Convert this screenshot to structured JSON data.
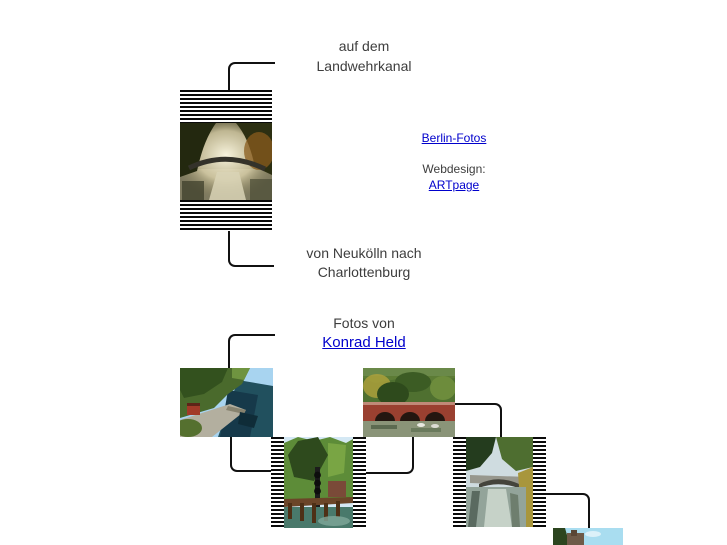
{
  "title": {
    "line1": "auf dem",
    "line2": "Landwehrkanal"
  },
  "route": {
    "line1": "von Neukölln nach",
    "line2": "Charlottenburg"
  },
  "credit": {
    "label": "Fotos von",
    "photographer": "Konrad Held"
  },
  "side_links": {
    "berlin_fotos": "Berlin-Fotos",
    "webdesign_label": "Webdesign:",
    "artpage": "ARTpage"
  },
  "colors": {
    "link_blue": "#0000cc",
    "text_gray": "#3d3d3d",
    "connector_black": "#111111"
  }
}
